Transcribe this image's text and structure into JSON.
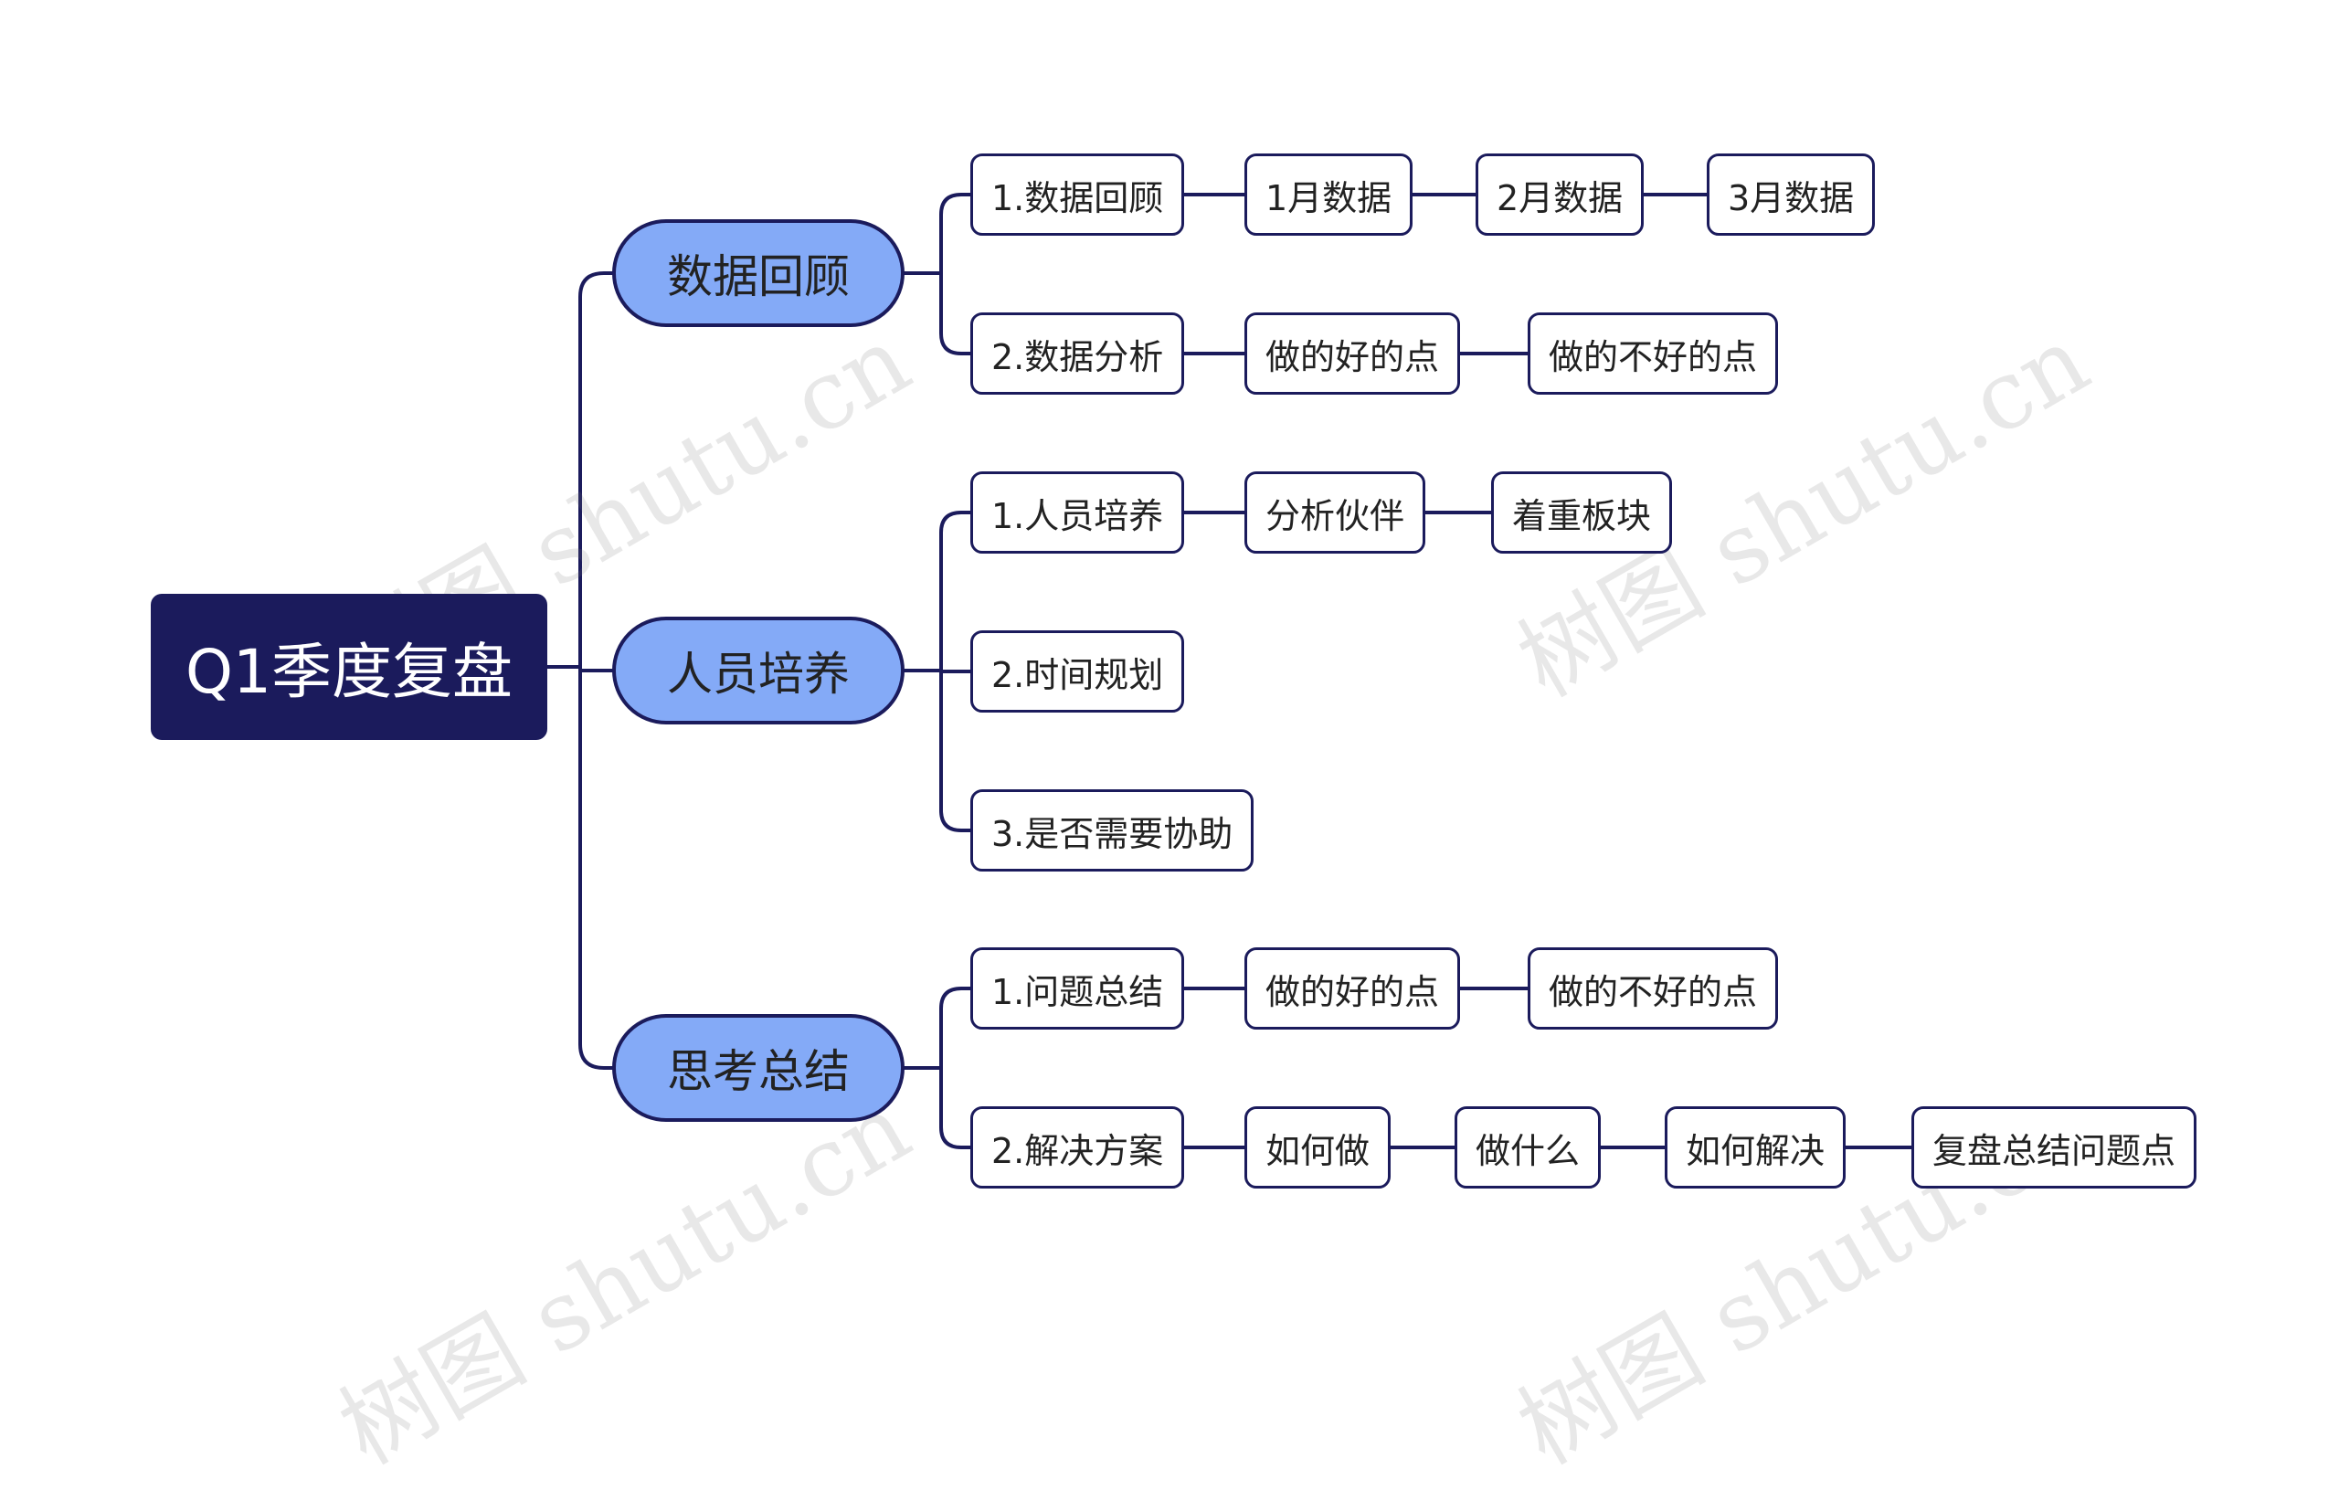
{
  "watermark": "树图 shutu.cn",
  "colors": {
    "line": "#1b1b5c",
    "root_fill": "#1b1b5c",
    "branch_fill": "#84aaf7",
    "leaf_fill": "#ffffff"
  },
  "root": {
    "label": "Q1季度复盘"
  },
  "branches": [
    {
      "label": "数据回顾",
      "children": [
        {
          "label": "1.数据回顾",
          "chain": [
            "1月数据",
            "2月数据",
            "3月数据"
          ]
        },
        {
          "label": "2.数据分析",
          "chain": [
            "做的好的点",
            "做的不好的点"
          ]
        }
      ]
    },
    {
      "label": "人员培养",
      "children": [
        {
          "label": "1.人员培养",
          "chain": [
            "分析伙伴",
            "着重板块"
          ]
        },
        {
          "label": "2.时间规划",
          "chain": []
        },
        {
          "label": "3.是否需要协助",
          "chain": []
        }
      ]
    },
    {
      "label": "思考总结",
      "children": [
        {
          "label": "1.问题总结",
          "chain": [
            "做的好的点",
            "做的不好的点"
          ]
        },
        {
          "label": "2.解决方案",
          "chain": [
            "如何做",
            "做什么",
            "如何解决",
            "复盘总结问题点"
          ]
        }
      ]
    }
  ]
}
